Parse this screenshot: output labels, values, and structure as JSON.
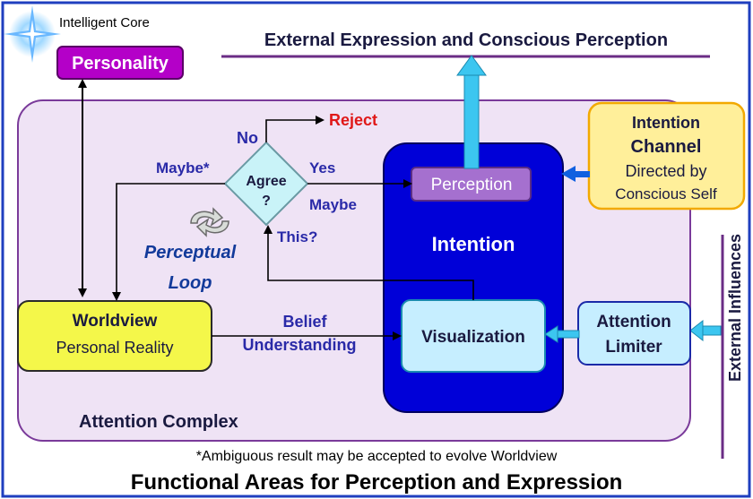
{
  "intelligent_core": {
    "label": "Intelligent Core",
    "personality": "Personality"
  },
  "top_title": "External Expression and Conscious Perception",
  "intention_channel": {
    "line1": "Intention",
    "line2": "Channel",
    "line3": "Directed by",
    "line4": "Conscious Self"
  },
  "decision": {
    "label": "Agree",
    "mark": "?",
    "no": "No",
    "reject": "Reject",
    "yes": "Yes",
    "maybe": "Maybe",
    "maybe_star": "Maybe*",
    "this": "This?"
  },
  "loop": {
    "line1": "Perceptual",
    "line2": "Loop"
  },
  "intention": {
    "perception": "Perception",
    "title": "Intention",
    "visualization": "Visualization"
  },
  "worldview": {
    "title": "Worldview",
    "subtitle": "Personal Reality"
  },
  "belief": {
    "line1": "Belief",
    "line2": "Understanding"
  },
  "attention_limiter": {
    "line1": "Attention",
    "line2": "Limiter"
  },
  "external_influences": "External Influences",
  "attention_complex": "Attention Complex",
  "footnote": "*Ambiguous result may be accepted to evolve Worldview",
  "main_title": "Functional Areas for Perception and Expression",
  "colors": {
    "frame": "#1f3fbf",
    "complex_bg": "#efe3f5",
    "intention_bg": "#0000d8",
    "personality_bg": "#b400c8",
    "worldview_bg": "#f4f74a",
    "channel_bg": "#ffef9a",
    "channel_border": "#f2a900",
    "cyan_arrow": "#3cc6f0",
    "label_blue": "#2a2aa8",
    "reject_red": "#e01818"
  }
}
